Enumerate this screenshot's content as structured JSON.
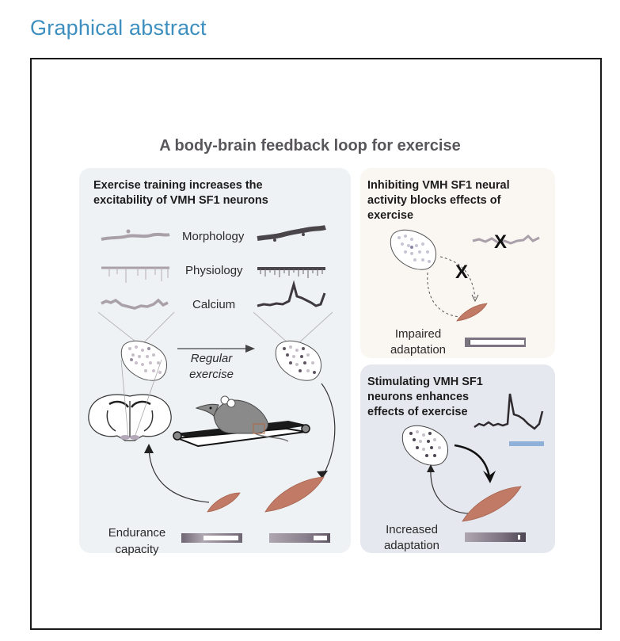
{
  "header": {
    "title": "Graphical abstract"
  },
  "figure": {
    "main_title": "A body-brain feedback loop for exercise",
    "left_panel": {
      "heading_line1": "Exercise training increases the",
      "heading_line2": "excitability of VMH SF1 neurons",
      "row_labels": [
        "Morphology",
        "Physiology",
        "Calcium"
      ],
      "arrow_label_line1": "Regular",
      "arrow_label_line2": "exercise",
      "endurance_label_line1": "Endurance",
      "endurance_label_line2": "capacity"
    },
    "right_top_panel": {
      "heading_line1": "Inhibiting VMH SF1 neural",
      "heading_line2": "activity blocks effects of",
      "heading_line3": "exercise",
      "block_mark": "X",
      "caption_line1": "Impaired",
      "caption_line2": "adaptation"
    },
    "right_bottom_panel": {
      "heading_line1": "Stimulating VMH SF1",
      "heading_line2": "neurons enhances",
      "heading_line3": "effects of exercise",
      "caption_line1": "Increased",
      "caption_line2": "adaptation"
    },
    "colors": {
      "title_blue": "#3d8fbf",
      "left_panel_bg": "#eef2f4",
      "right_top_bg": "#faf6f2",
      "right_bottom_bg": "#e5e8ee",
      "muscle": "#c07a66",
      "stim_bar": "#8fb0d8"
    }
  }
}
